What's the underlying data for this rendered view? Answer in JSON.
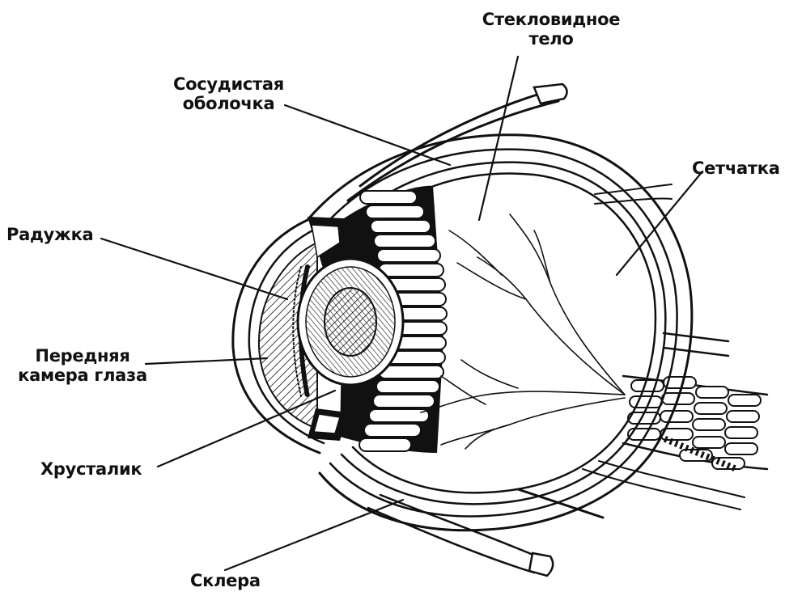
{
  "labels": {
    "vitreous_line1": "Стекловидное",
    "vitreous_line2": "тело",
    "choroid_line1": "Сосудистая",
    "choroid_line2": "оболочка",
    "retina": "Сетчатка",
    "iris": "Радужка",
    "anterior_chamber_line1": "Передняя",
    "anterior_chamber_line2": "камера глаза",
    "lens": "Хрусталик",
    "sclera": "Склера"
  },
  "colors": {
    "ink": "#111111",
    "background": "#ffffff"
  }
}
